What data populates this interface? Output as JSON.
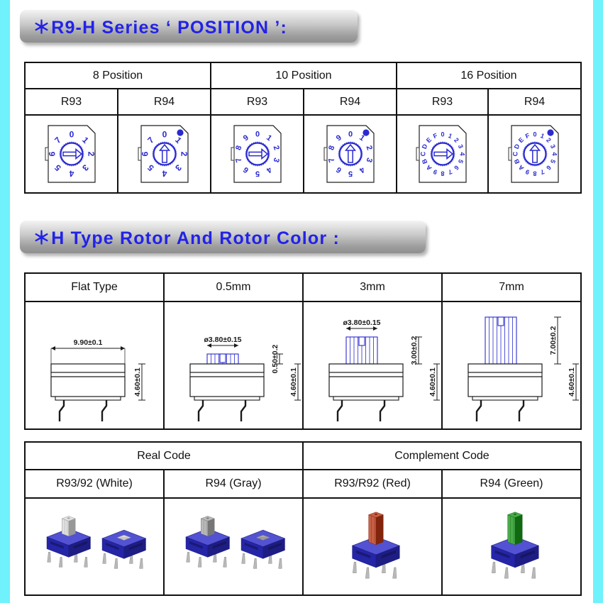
{
  "page": {
    "border_color": "#6ff2fb",
    "accent_text_color": "#2222e8",
    "drawing_blue": "#2a2ad0"
  },
  "sections": {
    "position": {
      "banner_label": "＊R9-H  Series ‘ POSITION ’:",
      "groups": [
        {
          "label": "8 Position",
          "digits": [
            "0",
            "1",
            "2",
            "3",
            "4",
            "5",
            "6",
            "7"
          ]
        },
        {
          "label": "10 Position",
          "digits": [
            "0",
            "1",
            "2",
            "3",
            "4",
            "5",
            "6",
            "7",
            "8",
            "9"
          ]
        },
        {
          "label": "16 Position",
          "digits": [
            "0",
            "1",
            "2",
            "3",
            "4",
            "5",
            "6",
            "7",
            "8",
            "9",
            "A",
            "B",
            "C",
            "D",
            "E",
            "F"
          ]
        }
      ],
      "models": [
        "R93",
        "R94",
        "R93",
        "R94",
        "R93",
        "R94"
      ],
      "model_slot_types": [
        "arrow",
        "slot-dot",
        "arrow",
        "slot-dot",
        "arrow",
        "slot-dot"
      ]
    },
    "rotor": {
      "banner_label": "＊H  Type  Rotor  And  Rotor  Color :",
      "columns": [
        {
          "label": "Flat Type",
          "shaft_style": "flat",
          "dims": {
            "width": "9.90±0.1",
            "body_height": "4.60±0.1",
            "shaft_dia": "",
            "shaft_height": ""
          }
        },
        {
          "label": "0.5mm",
          "shaft_style": "short",
          "dims": {
            "width": "",
            "body_height": "4.60±0.1",
            "shaft_dia": "ø3.80±0.15",
            "shaft_height": "0.50±0.2"
          }
        },
        {
          "label": "3mm",
          "shaft_style": "medium",
          "dims": {
            "width": "",
            "body_height": "4.60±0.1",
            "shaft_dia": "ø3.80±0.15",
            "shaft_height": "3.00±0.2"
          }
        },
        {
          "label": "7mm",
          "shaft_style": "tall",
          "dims": {
            "width": "",
            "body_height": "4.60±0.1",
            "shaft_dia": "",
            "shaft_height": "7.00±0.2"
          }
        }
      ]
    },
    "color_code": {
      "group_headers": [
        "Real Code",
        "Complement Code"
      ],
      "items": [
        {
          "label": "R93/92 (White)",
          "rotor_color": "#d9d9d9",
          "body_color": "#2c2cc8",
          "count": 2,
          "shaft_style": "medium"
        },
        {
          "label": "R94 (Gray)",
          "rotor_color": "#a8a8a8",
          "body_color": "#2c2cc8",
          "count": 2,
          "shaft_style": "medium"
        },
        {
          "label": "R93/R92 (Red)",
          "rotor_color": "#b93512",
          "body_color": "#2c2cc8",
          "count": 1,
          "shaft_style": "tall"
        },
        {
          "label": "R94 (Green)",
          "rotor_color": "#179417",
          "body_color": "#2c2cc8",
          "count": 1,
          "shaft_style": "tall"
        }
      ]
    }
  }
}
